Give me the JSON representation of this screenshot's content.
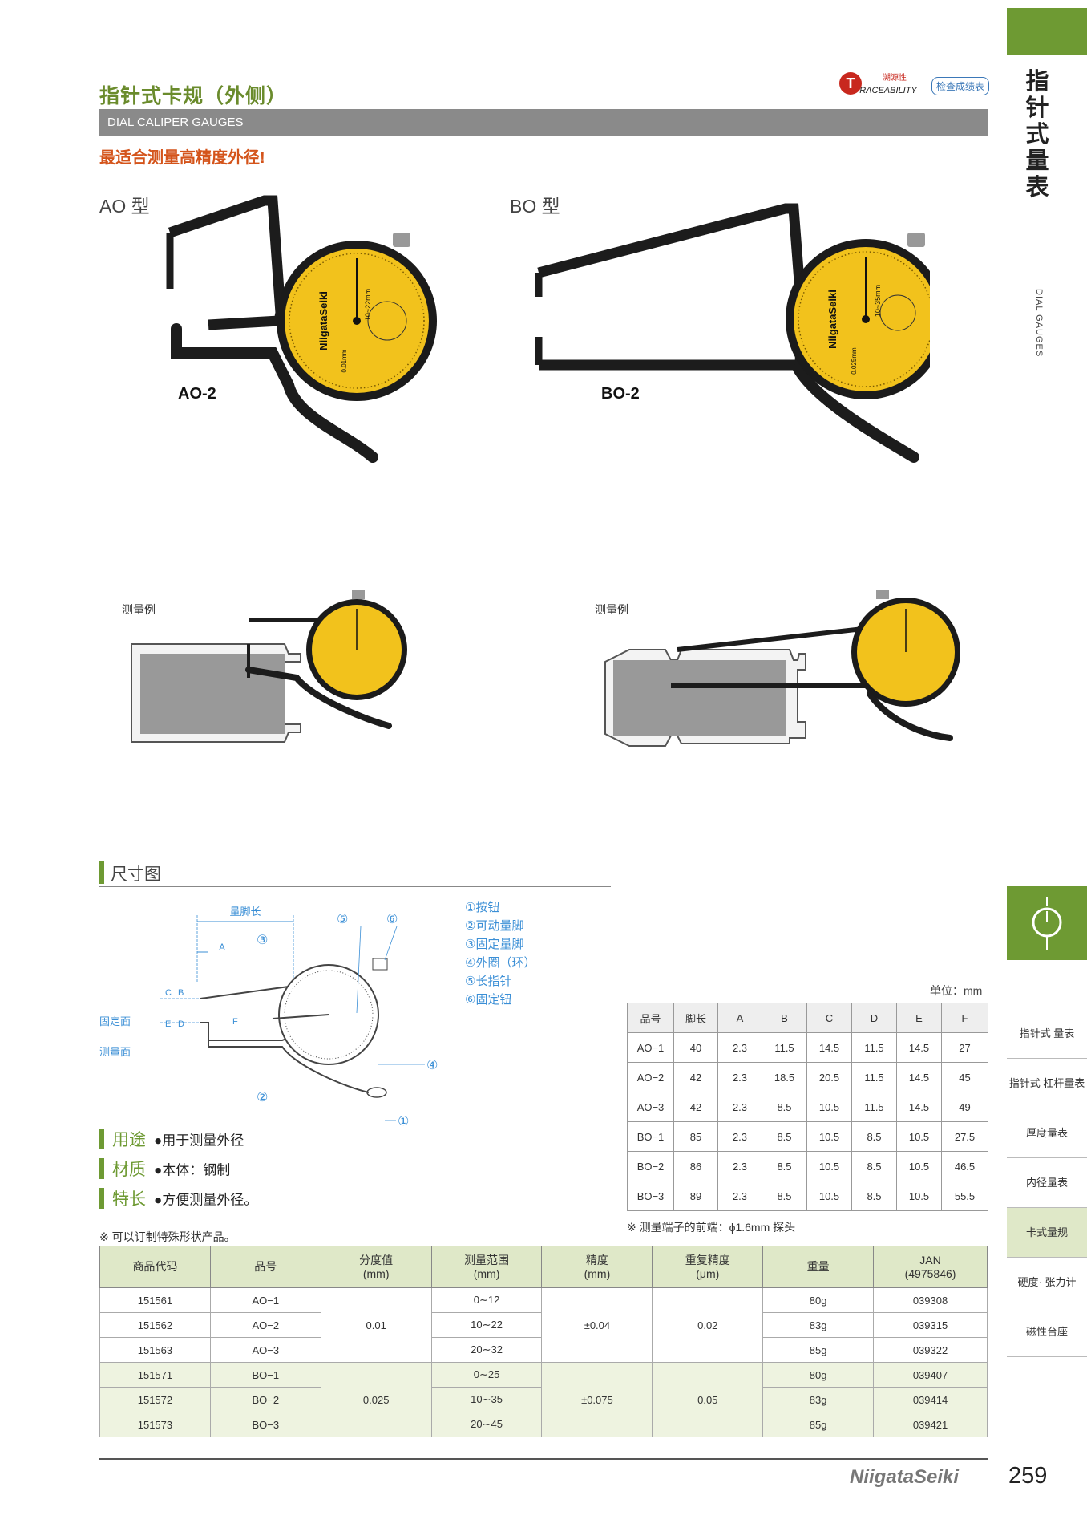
{
  "header": {
    "title": "指针式卡规（外侧）",
    "subtitle": "DIAL CALIPER GAUGES",
    "tagline": "最适合测量高精度外径!",
    "trace_small": "溯源性",
    "trace_main": "RACEABILITY",
    "trace_letter": "T",
    "report": "检查成绩表"
  },
  "sidebar": {
    "title": "指针式量表",
    "subtitle": "DIAL GAUGES",
    "tabs": [
      {
        "label": "指针式 量表"
      },
      {
        "label": "指针式 杠杆量表"
      },
      {
        "label": "厚度量表"
      },
      {
        "label": "内径量表"
      },
      {
        "label": "卡式量规"
      },
      {
        "label": "硬度· 张力计"
      },
      {
        "label": "磁性台座"
      }
    ]
  },
  "products": [
    {
      "model": "AO 型",
      "code": "AO-2",
      "dial_range": "10~22mm",
      "dial_res": "0.01mm",
      "brand": "NiigataSeiki"
    },
    {
      "model": "BO 型",
      "code": "BO-2",
      "dial_range": "10~35mm",
      "dial_res": "0.025mm",
      "brand": "NiigataSeiki"
    }
  ],
  "example_label": "测量例",
  "dimension": {
    "heading": "尺寸图",
    "length_label": "量脚长",
    "legend": [
      "①按钮",
      "②可动量脚",
      "③固定量脚",
      "④外圈（环）",
      "⑤长指针",
      "⑥固定钮"
    ],
    "fixed_surface": "固定面",
    "measure_surface": "测量面",
    "letters": [
      "A",
      "B",
      "C",
      "D",
      "E",
      "F"
    ],
    "nums": [
      "①",
      "②",
      "③",
      "④",
      "⑤",
      "⑥"
    ]
  },
  "features": [
    {
      "heading": "用途",
      "body": "●用于测量外径"
    },
    {
      "heading": "材质",
      "body": "●本体：钢制"
    },
    {
      "heading": "特长",
      "body": "●方便测量外径。"
    }
  ],
  "unit": "单位：mm",
  "dim_table": {
    "headers": [
      "品号",
      "脚长",
      "A",
      "B",
      "C",
      "D",
      "E",
      "F"
    ],
    "rows": [
      [
        "AO−1",
        "40",
        "2.3",
        "11.5",
        "14.5",
        "11.5",
        "14.5",
        "27"
      ],
      [
        "AO−2",
        "42",
        "2.3",
        "18.5",
        "20.5",
        "11.5",
        "14.5",
        "45"
      ],
      [
        "AO−3",
        "42",
        "2.3",
        "8.5",
        "10.5",
        "11.5",
        "14.5",
        "49"
      ],
      [
        "BO−1",
        "85",
        "2.3",
        "8.5",
        "10.5",
        "8.5",
        "10.5",
        "27.5"
      ],
      [
        "BO−2",
        "86",
        "2.3",
        "8.5",
        "10.5",
        "8.5",
        "10.5",
        "46.5"
      ],
      [
        "BO−3",
        "89",
        "2.3",
        "8.5",
        "10.5",
        "8.5",
        "10.5",
        "55.5"
      ]
    ]
  },
  "tip_note": "※ 测量端子的前端：ϕ1.6mm 探头",
  "special_note": "※ 可以订制特殊形状产品。",
  "prod_table": {
    "headers": [
      {
        "l1": "商品代码",
        "l2": ""
      },
      {
        "l1": "品号",
        "l2": ""
      },
      {
        "l1": "分度值",
        "l2": "(mm)"
      },
      {
        "l1": "测量范围",
        "l2": "(mm)"
      },
      {
        "l1": "精度",
        "l2": "(mm)"
      },
      {
        "l1": "重复精度",
        "l2": "(μm)"
      },
      {
        "l1": "重量",
        "l2": ""
      },
      {
        "l1": "JAN",
        "l2": "(4975846)"
      }
    ],
    "groups": [
      {
        "grad": "0.01",
        "acc": "±0.04",
        "rep": "0.02",
        "rows": [
          [
            "151561",
            "AO−1",
            "0∼12",
            "80g",
            "039308"
          ],
          [
            "151562",
            "AO−2",
            "10∼22",
            "83g",
            "039315"
          ],
          [
            "151563",
            "AO−3",
            "20∼32",
            "85g",
            "039322"
          ]
        ]
      },
      {
        "grad": "0.025",
        "acc": "±0.075",
        "rep": "0.05",
        "rows": [
          [
            "151571",
            "BO−1",
            "0∼25",
            "80g",
            "039407"
          ],
          [
            "151572",
            "BO−2",
            "10∼35",
            "83g",
            "039414"
          ],
          [
            "151573",
            "BO−3",
            "20∼45",
            "85g",
            "039421"
          ]
        ]
      }
    ]
  },
  "footer": {
    "brand": "NiigataSeiki",
    "page": "259"
  },
  "colors": {
    "accent": "#6e9a33",
    "dial": "#f2c21c",
    "tag": "#d4541b",
    "legend": "#3b8fd6"
  }
}
